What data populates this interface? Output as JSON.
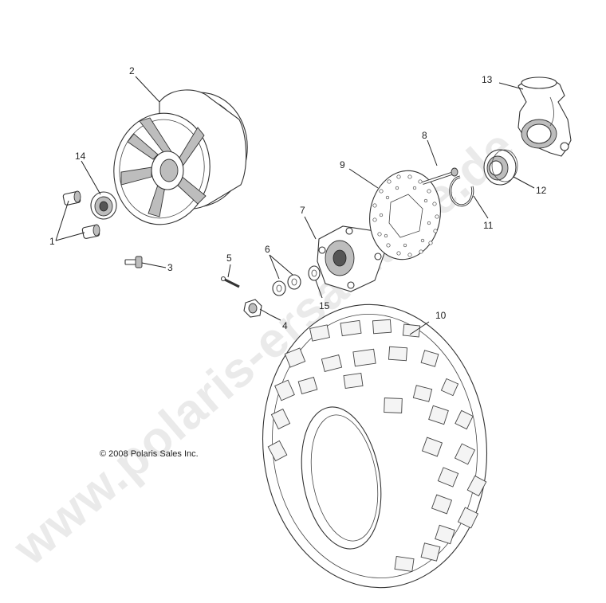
{
  "diagram": {
    "callouts": [
      {
        "id": "1",
        "label": "1"
      },
      {
        "id": "2",
        "label": "2"
      },
      {
        "id": "3",
        "label": "3"
      },
      {
        "id": "4",
        "label": "4"
      },
      {
        "id": "5",
        "label": "5"
      },
      {
        "id": "6",
        "label": "6"
      },
      {
        "id": "7",
        "label": "7"
      },
      {
        "id": "8",
        "label": "8"
      },
      {
        "id": "9",
        "label": "9"
      },
      {
        "id": "10",
        "label": "10"
      },
      {
        "id": "11",
        "label": "11"
      },
      {
        "id": "12",
        "label": "12"
      },
      {
        "id": "13",
        "label": "13"
      },
      {
        "id": "14",
        "label": "14"
      },
      {
        "id": "15",
        "label": "15"
      }
    ],
    "copyright": "© 2008 Polaris Sales Inc.",
    "watermark": "www.polaris-ersatzteile.de",
    "colors": {
      "line": "#222222",
      "watermark": "#d9d9d9",
      "background": "#ffffff"
    }
  }
}
